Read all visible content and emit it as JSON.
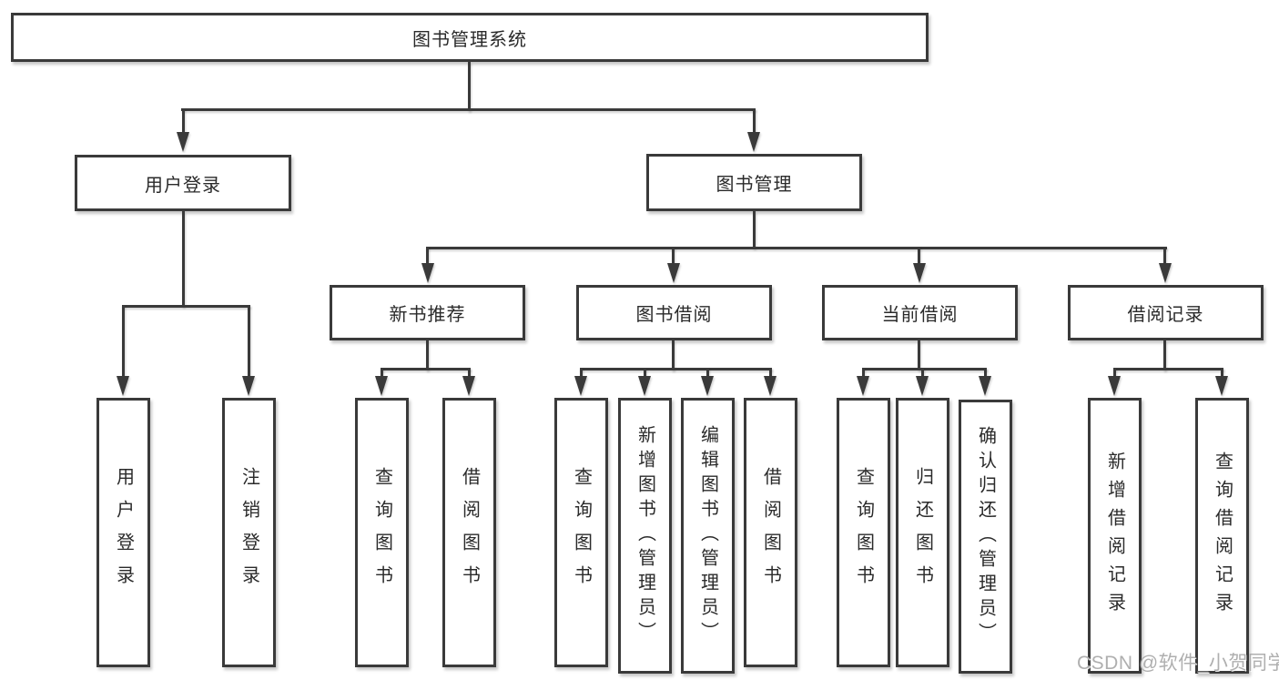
{
  "tree": {
    "root": {
      "label": "图书管理系统"
    },
    "children": [
      {
        "label": "用户登录",
        "children": [
          {
            "label": "用户登录"
          },
          {
            "label": "注销登录"
          }
        ]
      },
      {
        "label": "图书管理",
        "children": [
          {
            "label": "新书推荐",
            "children": [
              {
                "label": "查询图书"
              },
              {
                "label": "借阅图书"
              }
            ]
          },
          {
            "label": "图书借阅",
            "children": [
              {
                "label": "查询图书"
              },
              {
                "label": "新增图书（管理员）"
              },
              {
                "label": "编辑图书（管理员）"
              },
              {
                "label": "借阅图书"
              }
            ]
          },
          {
            "label": "当前借阅",
            "children": [
              {
                "label": "查询图书"
              },
              {
                "label": "归还图书"
              },
              {
                "label": "确认归还（管理员）"
              }
            ]
          },
          {
            "label": "借阅记录",
            "children": [
              {
                "label": "新增借阅记录"
              },
              {
                "label": "查询借阅记录"
              }
            ]
          }
        ]
      }
    ]
  },
  "watermark": {
    "text": "CSDN @软件_小贺同学"
  },
  "colors": {
    "line": "#3a3a3a",
    "box_border": "#3a3a3a",
    "box_fill": "#ffffff",
    "text": "#2a2a2a",
    "background": "#ffffff",
    "watermark": "#a8a8a8"
  }
}
